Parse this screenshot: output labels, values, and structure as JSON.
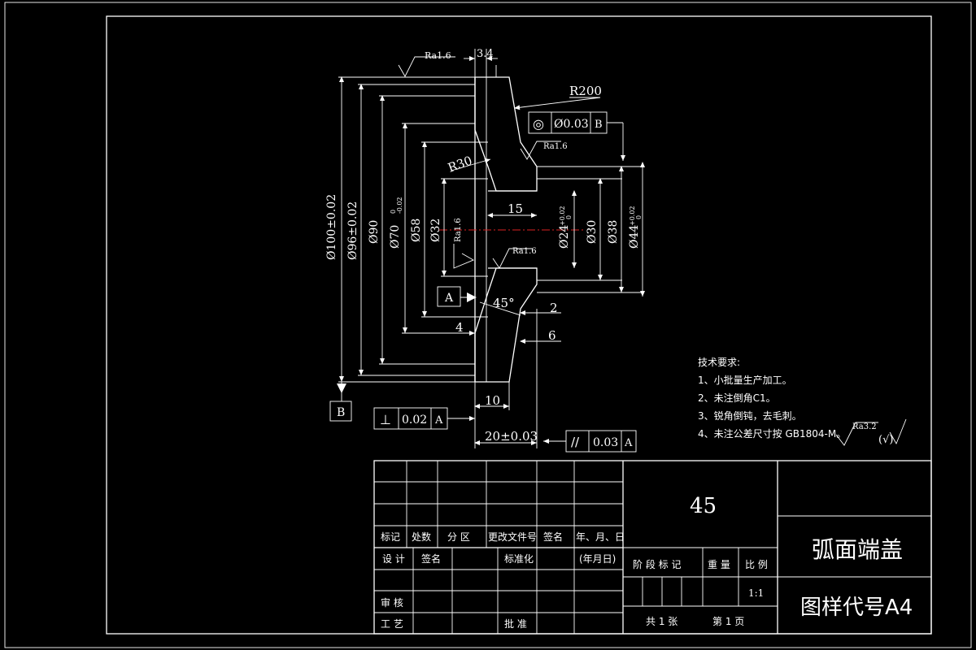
{
  "dimensions": {
    "d_3_4": "3.4",
    "r200": "R200",
    "r30": "R30",
    "d15": "15",
    "angle45": "45°",
    "d2": "2",
    "d4": "4",
    "d6": "6",
    "d10": "10",
    "d20": "20±0.03",
    "dia100": "Ø100±0.02",
    "dia96": "Ø96±0.02",
    "dia90": "Ø90",
    "dia70": "Ø70",
    "dia70_tol_upper": "0",
    "dia70_tol_lower": "-0.02",
    "dia58": "Ø58",
    "dia32": "Ø32",
    "dia24": "Ø24",
    "dia24_tol_upper": "+0.02",
    "dia24_tol_lower": "0",
    "dia30": "Ø30",
    "dia38": "Ø38",
    "dia44": "Ø44",
    "dia44_tol_upper": "+0.02",
    "dia44_tol_lower": "0"
  },
  "roughness": {
    "top": "Ra1.6",
    "right_upper": "Ra1.6",
    "bore": "Ra1.6",
    "center": "Ra1.6",
    "general": "Ra3.2"
  },
  "tolerance_frames": {
    "concentricity": {
      "symbol": "◎",
      "value": "Ø0.03",
      "datum": "B"
    },
    "perpendicularity": {
      "symbol": "⊥",
      "value": "0.02",
      "datum": "A"
    },
    "parallelism": {
      "symbol": "//",
      "value": "0.03",
      "datum": "A"
    }
  },
  "datums": {
    "a": "A",
    "b": "B"
  },
  "notes": {
    "title": "技术要求:",
    "items": [
      "1、小批量生产加工。",
      "2、未注倒角C1。",
      "3、锐角倒钝，去毛刺。",
      "4、未注公差尺寸按 GB1804-M。"
    ],
    "paren": "(√)"
  },
  "title_block": {
    "material": "45",
    "part_name": "弧面端盖",
    "drawing_no": "图样代号A4",
    "scale": "1:1",
    "headers": [
      "标记",
      "处数",
      "分 区",
      "更改文件号",
      "签名",
      "年、月、日"
    ],
    "design": "设 计",
    "sign": "签名",
    "standardize": "标准化",
    "date": "(年月日)",
    "stage": "阶 段 标 记",
    "weight": "重 量",
    "ratio": "比 例",
    "review": "审 核",
    "process": "工 艺",
    "approve": "批 准",
    "sheets_total": "共 1 张",
    "sheet_no": "第 1 页"
  }
}
